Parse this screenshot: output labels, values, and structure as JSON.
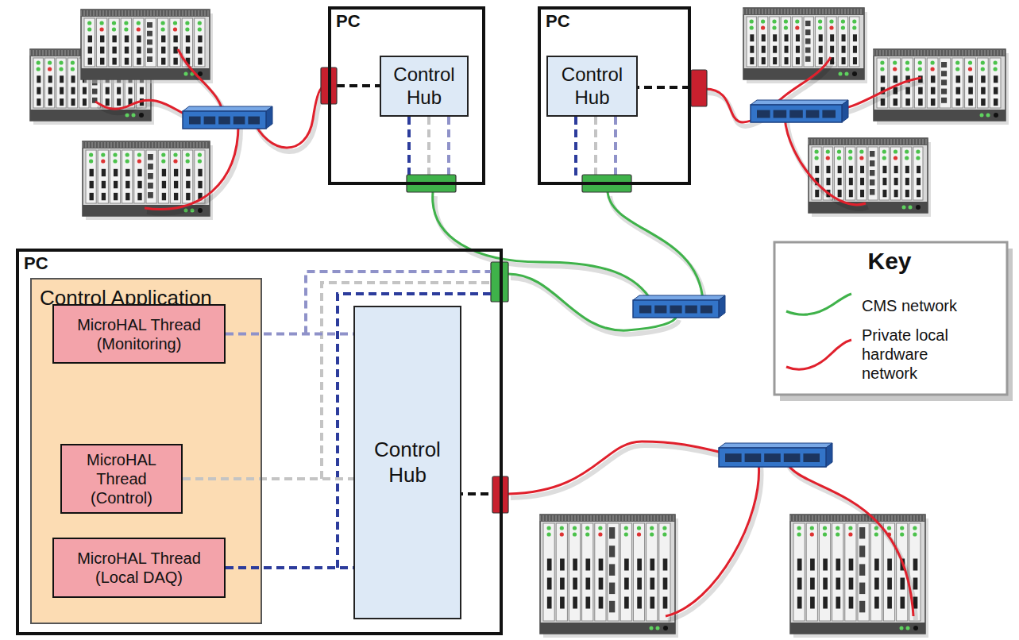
{
  "diagram": {
    "nodes": [
      {
        "text": [
          "PC"
        ]
      },
      {
        "text": [
          "Control Hub"
        ],
        "in": 0
      },
      {
        "text": [
          "PC"
        ]
      },
      {
        "text": [
          "Control Hub"
        ],
        "in": 2
      },
      {
        "text": [
          "PC"
        ]
      },
      {
        "text": [
          "Control Application"
        ],
        "in": 4
      },
      {
        "text": [
          "MicroHAL Thread (Monitoring)"
        ],
        "in": 5
      },
      {
        "text": [
          "MicroHAL Thread (Control)"
        ],
        "in": 5
      },
      {
        "text": [
          "MicroHAL Thread (Local DAQ)"
        ],
        "in": 5
      },
      {
        "text": [
          "Control Hub"
        ],
        "in": 4
      }
    ],
    "edges": [
      {
        "from": 6,
        "to": 9,
        "arrow": "none"
      },
      {
        "from": 7,
        "to": 9,
        "arrow": "none"
      },
      {
        "from": 8,
        "to": 9,
        "arrow": "none"
      }
    ],
    "labels": [
      "Key"
    ],
    "legend": [
      {
        "text": "CMS network"
      },
      {
        "text": "Private local hardware network"
      }
    ]
  }
}
